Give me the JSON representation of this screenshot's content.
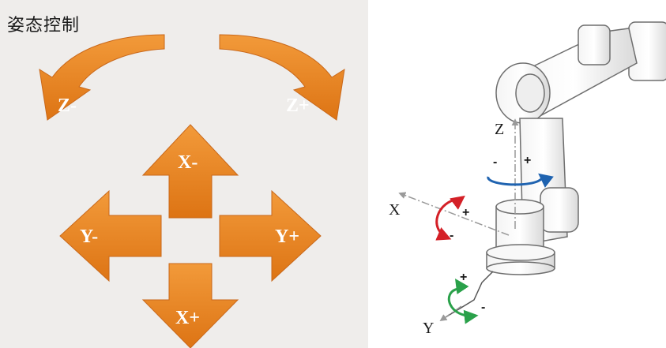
{
  "panel": {
    "title": "姿态控制",
    "accent_color": "#e8801c",
    "buttons": {
      "z_minus": "Z-",
      "z_plus": "Z+",
      "x_minus": "X-",
      "x_plus": "X+",
      "y_minus": "Y-",
      "y_plus": "Y+"
    }
  },
  "diagram": {
    "axes": {
      "x": "X",
      "y": "Y",
      "z": "Z"
    },
    "signs": {
      "plus": "+",
      "minus": "-"
    },
    "rotation_colors": {
      "x": "#d42027",
      "y": "#2aa14a",
      "z": "#1f63b0"
    }
  }
}
